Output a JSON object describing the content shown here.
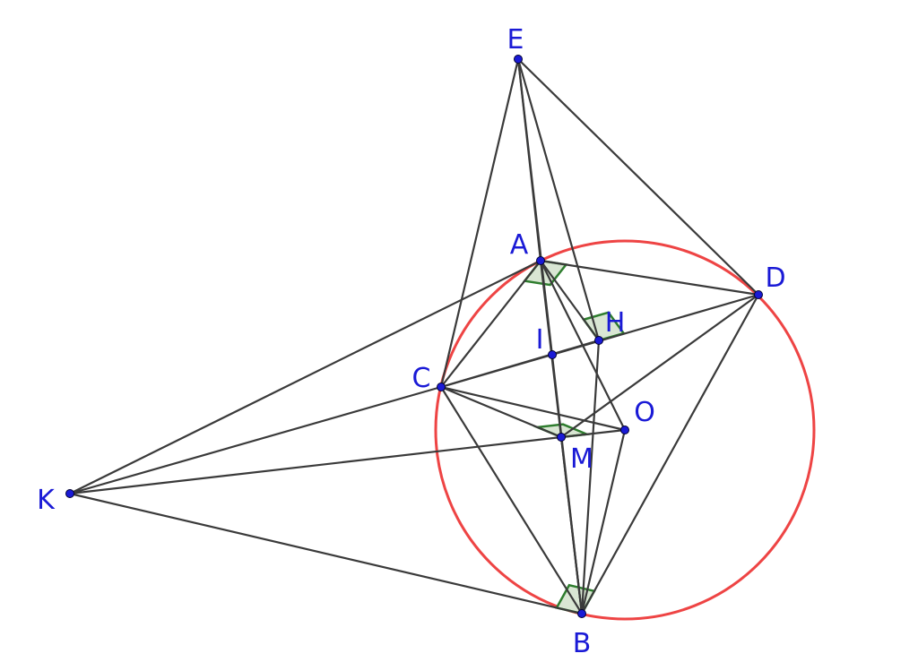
{
  "colors": {
    "circle": "#ee4444",
    "segment": "#3a3a3a",
    "point": "#1a1ad6",
    "label": "#1a1ad6",
    "right_angle_stroke": "#2e7d2e",
    "right_angle_fill": "#d9e6d3"
  },
  "points": {
    "E": {
      "label": "E"
    },
    "A": {
      "label": "A"
    },
    "D": {
      "label": "D"
    },
    "H": {
      "label": "H"
    },
    "I": {
      "label": "I"
    },
    "C": {
      "label": "C"
    },
    "O": {
      "label": "O"
    },
    "M": {
      "label": "M"
    },
    "K": {
      "label": "K"
    },
    "B": {
      "label": "B"
    }
  },
  "segments": [
    [
      "E",
      "A"
    ],
    [
      "E",
      "C"
    ],
    [
      "E",
      "D"
    ],
    [
      "E",
      "H"
    ],
    [
      "E",
      "B"
    ],
    [
      "A",
      "D"
    ],
    [
      "A",
      "C"
    ],
    [
      "A",
      "K"
    ],
    [
      "A",
      "H"
    ],
    [
      "A",
      "O"
    ],
    [
      "A",
      "B"
    ],
    [
      "C",
      "D"
    ],
    [
      "C",
      "K"
    ],
    [
      "C",
      "O"
    ],
    [
      "C",
      "M"
    ],
    [
      "C",
      "B"
    ],
    [
      "C",
      "H"
    ],
    [
      "D",
      "B"
    ],
    [
      "D",
      "M"
    ],
    [
      "K",
      "M"
    ],
    [
      "K",
      "B"
    ],
    [
      "M",
      "O"
    ],
    [
      "M",
      "B"
    ],
    [
      "H",
      "B"
    ],
    [
      "O",
      "B"
    ]
  ],
  "right_angles": [
    {
      "at": "A",
      "label": "right-angle-A"
    },
    {
      "at": "H",
      "label": "right-angle-H"
    },
    {
      "at": "M",
      "label": "right-angle-M"
    },
    {
      "at": "B",
      "label": "right-angle-B"
    }
  ]
}
